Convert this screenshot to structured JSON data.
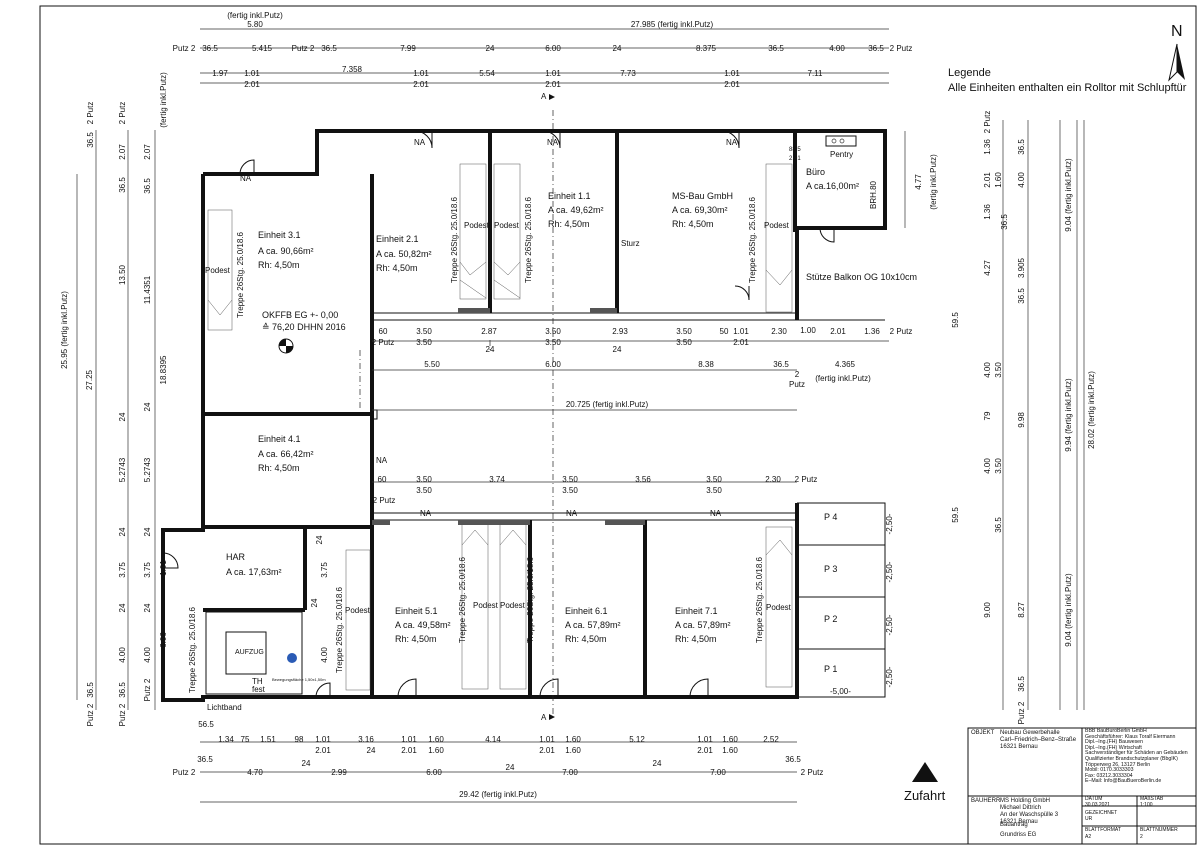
{
  "sheet_border": {
    "top": "(fertig inkl.Putz)",
    "top_width": "5.80"
  },
  "overall": {
    "top_total": "27.985  (fertig inkl.Putz)",
    "bottom_total": "29.42  (fertig inkl.Putz)",
    "mid_total": "20.725  (fertig inkl.Putz)"
  },
  "dims_top_row1": [
    "Putz 2",
    "36.5",
    "5.415",
    "Putz 2",
    "36.5",
    "7.99",
    "24",
    "6.00",
    "24",
    "8.375",
    "36.5",
    "4.00",
    "36.5",
    "2 Putz"
  ],
  "dims_top_row2": [
    "1.97",
    "1.01",
    "2.01",
    "7.358",
    "1.01",
    "2.01",
    "5.54",
    "1.01",
    "2.01",
    "7.73",
    "1.01",
    "2.01",
    "7.11"
  ],
  "dims_bottom_row1": [
    "56.5",
    "1.34",
    "75",
    "1.51",
    "98",
    "1.01",
    "2.01",
    "3.16",
    "1.01",
    "2.01",
    "4.14",
    "1.01",
    "2.01",
    "5.12",
    "1.01",
    "2.01",
    "2.52"
  ],
  "dims_bottom_row1b": [
    "1.60",
    "1.60",
    "1.60",
    "1.60"
  ],
  "dims_bottom_row2": [
    "Putz 2",
    "36.5",
    "4.70",
    "24",
    "2.99",
    "24",
    "6.00",
    "24",
    "7.00",
    "24",
    "7.00",
    "36.5",
    "2 Putz"
  ],
  "dims_mid_upper": [
    "60",
    "3.50",
    "2.87",
    "3.50",
    "2.93",
    "3.50",
    "50",
    "1.01",
    "2.30",
    "1.00",
    "2.01",
    "1.36",
    "2 Putz",
    "3.50",
    "3.50",
    "3.50",
    "2.01",
    "2 Putz"
  ],
  "dims_mid_lower": [
    "5.50",
    "24",
    "6.00",
    "24",
    "8.38",
    "36.5",
    "4.365",
    "2",
    "Putz",
    "(fertig inkl.Putz)"
  ],
  "dims_mid_third": [
    "60",
    "3.50",
    "3.74",
    "3.50",
    "3.56",
    "3.50",
    "2.30",
    "2 Putz",
    "3.50",
    "3.50",
    "3.50",
    "2 Putz"
  ],
  "dims_left_outer": [
    "25.95 (fertig inkl.Putz)",
    "27.25",
    "(fertig inkl.Putz)",
    "Putz 2",
    "36.5",
    "2 Putz",
    "2.07",
    "36.5"
  ],
  "dims_left_inner": [
    "13.50",
    "11.4351",
    "18.8395",
    "24",
    "24",
    "5.2743",
    "5.2743",
    "24",
    "24",
    "3.75",
    "3.75",
    "24",
    "24",
    "1.01",
    "6.06",
    "4.00",
    "4.00",
    "36.5",
    "36.5",
    "Putz 2",
    "Putz 2",
    "24",
    "3.75",
    "24",
    "4.00",
    "2.07",
    "36.5",
    "2 Putz"
  ],
  "dims_right": [
    "2 Putz",
    "36.5",
    "1.36",
    "2.01",
    "1.60",
    "1.36",
    "36.5",
    "4.27",
    "4.00",
    "3.905",
    "36.5",
    "59.5",
    "4.00",
    "3.50",
    "79",
    "9.98",
    "4.00",
    "3.50",
    "59.5",
    "36.5",
    "9.00",
    "8.27",
    "36.5",
    "Putz 2",
    "9.04 (fertig inkl.Putz)",
    "9.94 (fertig inkl.Putz)",
    "9.04 (fertig inkl.Putz)",
    "28.02 (fertig inkl.Putz)",
    "(fertig inkl.Putz)",
    "4.77"
  ],
  "legend": {
    "title": "Legende",
    "text": "Alle Einheiten enthalten ein Rolltor mit Schlupftür"
  },
  "north": "N",
  "zufahrt": "Zufahrt",
  "section_mark": "A",
  "rooms": {
    "e31": {
      "name": "Einheit 3.1",
      "area": "A ca. 90,66m²",
      "height": "Rh: 4,50m"
    },
    "e21": {
      "name": "Einheit 2.1",
      "area": "A ca. 50,82m²",
      "height": "Rh: 4,50m"
    },
    "e11": {
      "name": "Einheit 1.1",
      "area": "A ca. 49,62m²",
      "height": "Rh: 4,50m"
    },
    "ms": {
      "name": "MS-Bau GmbH",
      "area": "A ca. 69,30m²",
      "height": "Rh: 4,50m"
    },
    "buero": {
      "name": "Büro",
      "area": "A ca.16,00m²"
    },
    "e41": {
      "name": "Einheit 4.1",
      "area": "A ca. 66,42m²",
      "height": "Rh: 4,50m"
    },
    "har": {
      "name": "HAR",
      "area": "A ca. 17,63m²"
    },
    "e51": {
      "name": "Einheit 5.1",
      "area": "A ca. 49,58m²",
      "height": "Rh: 4,50m"
    },
    "e61": {
      "name": "Einheit 6.1",
      "area": "A ca. 57,89m²",
      "height": "Rh: 4,50m"
    },
    "e71": {
      "name": "Einheit 7.1",
      "area": "A ca. 57,89m²",
      "height": "Rh: 4,50m"
    }
  },
  "labels": {
    "okffb1": "OKFFB EG +- 0,00",
    "okffb2": "≙ 76,20 DHHN 2016",
    "pentry": "Pentry",
    "brh": "BRH.80",
    "stuetze": "Stütze Balkon OG 10x10cm",
    "sturz": "Sturz",
    "aufzug": "AUFZUG",
    "bewegung": "Bewegungsfläche 1,50x1,50m",
    "th": "TH",
    "fest": "fest",
    "lichtband": "Lichtband",
    "podest": "Podest",
    "na": "NA",
    "stair": "Treppe 26Stg. 25.0/18.6",
    "r885": "88.5",
    "r201": "2.01"
  },
  "parking": [
    {
      "id": "P 4",
      "slope": "-2,50-"
    },
    {
      "id": "P 3",
      "slope": "-2,50-"
    },
    {
      "id": "P 2",
      "slope": "-2,50-"
    },
    {
      "id": "P 1",
      "slope": "-2,50-"
    }
  ],
  "parking_bottom": "-5,00-",
  "titleblock": {
    "objekt_label": "OBJEKT",
    "objekt": [
      "Neubau Gewerbehalle",
      "Carl–Friedrich–Benz–Straße",
      "16321 Bernau"
    ],
    "firm": [
      "BBB BauBüroBerlin GmbH",
      "Geschäftsführer: Klaus Toralf Eiermann",
      "Dipl.–Ing.(FH) Bauwesen",
      "Dipl.–Ing.(FH) Wirtschaft",
      "Sachverständiger für Schäden an Gebäuden",
      "Qualifizierter Brandschutzplaner (BbgIK)",
      "Töpperweg 26, 13127 Berlin",
      "Mobil: 0170.3033303",
      "Fax: 03212.3033304",
      "E–Mail: Info@BauBueroBerlin.de"
    ],
    "bauherr_label": "BAUHERR",
    "bauherr": [
      "MS Holding GmbH",
      "Michael Dittrich",
      "An der Waschspülle 3",
      "16321 Bernau"
    ],
    "datum_label": "DATUM",
    "datum": "30.03.2021",
    "massstab_label": "MAßSTAB",
    "massstab": "1:100",
    "gezeichnet_label": "GEZEICHNET",
    "gezeichnet": "UR",
    "blattformat_label": "BLATTFORMAT",
    "blattformat": "A2",
    "blattnummer_label": "BLATTNUMMER",
    "blattnummer": "2",
    "bauantrag": "Bauantrag",
    "grundriss": "Grundriss EG"
  }
}
